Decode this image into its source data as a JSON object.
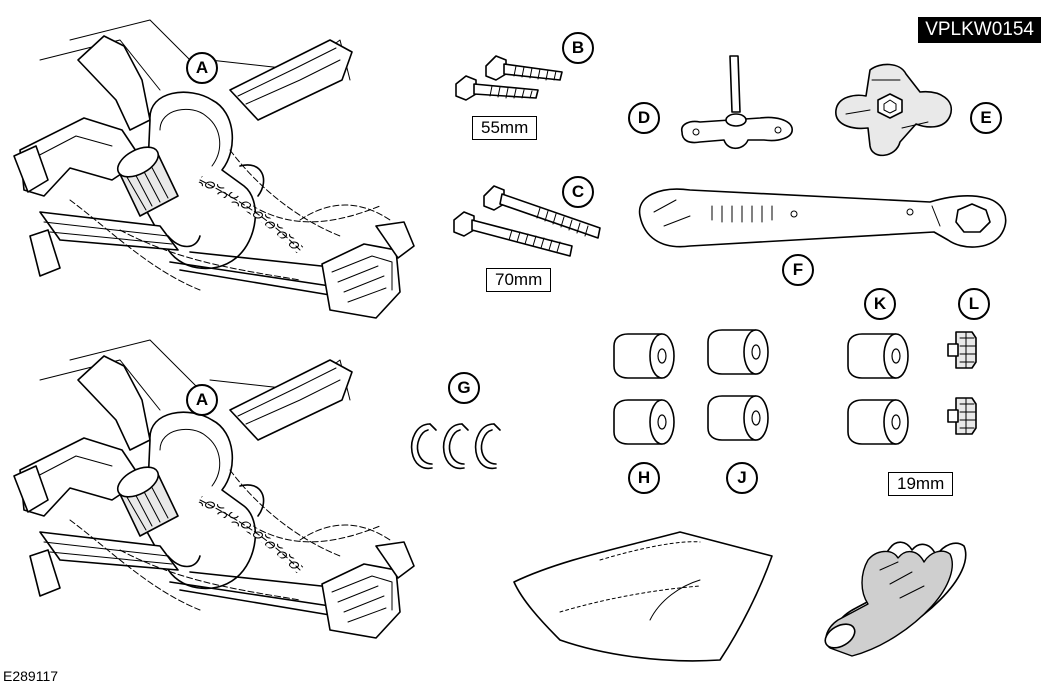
{
  "figure": {
    "reference_code": "VPLKW0154",
    "figure_id": "E289117"
  },
  "callouts": {
    "a_top": "A",
    "a_bottom": "A",
    "b": "B",
    "c": "C",
    "d": "D",
    "e": "E",
    "f": "F",
    "g": "G",
    "h": "H",
    "j": "J",
    "k": "K",
    "l": "L"
  },
  "dimensions": {
    "bolt_short": "55mm",
    "bolt_long": "70mm",
    "spacer_k": "19mm"
  }
}
